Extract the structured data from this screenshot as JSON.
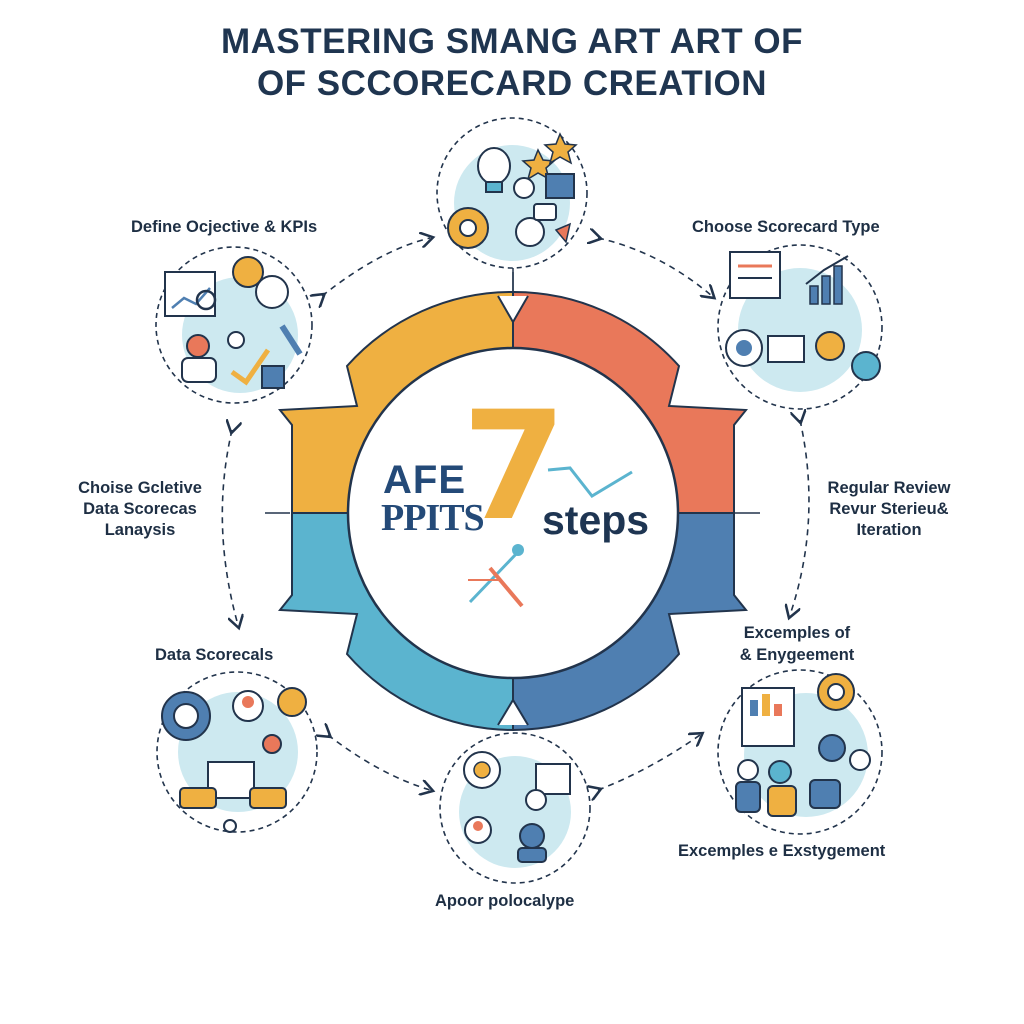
{
  "title": {
    "line1": "MASTERING SMANG  ART ART OF",
    "line2": "OF SCCORECARD CREATION"
  },
  "center": {
    "afe": "AFE",
    "ppits": "PPITS",
    "number": "7",
    "steps": "steps"
  },
  "labels": {
    "top_left": "Define Ocjective & KPIs",
    "top_right": "Choose Scorecard Type",
    "mid_left_1": "Choise Gcletive",
    "mid_left_2": "Data Scorecas",
    "mid_left_3": "Lanaysis",
    "mid_right_1": "Regular Review",
    "mid_right_2": "Revur Sterieu&",
    "mid_right_3": "Iteration",
    "lower_left": "Data Scorecals",
    "lower_right_1": "Excemples of",
    "lower_right_2": "& Enygeement",
    "bottom_right": "Excemples  e Exstygement",
    "bottom": "Apoor polocalype"
  },
  "colors": {
    "yellow": "#efb041",
    "orange": "#e9785a",
    "teal": "#5bb4cf",
    "blue": "#4f7fb1",
    "circle_fill": "#cde9f0",
    "navy": "#22344c"
  }
}
